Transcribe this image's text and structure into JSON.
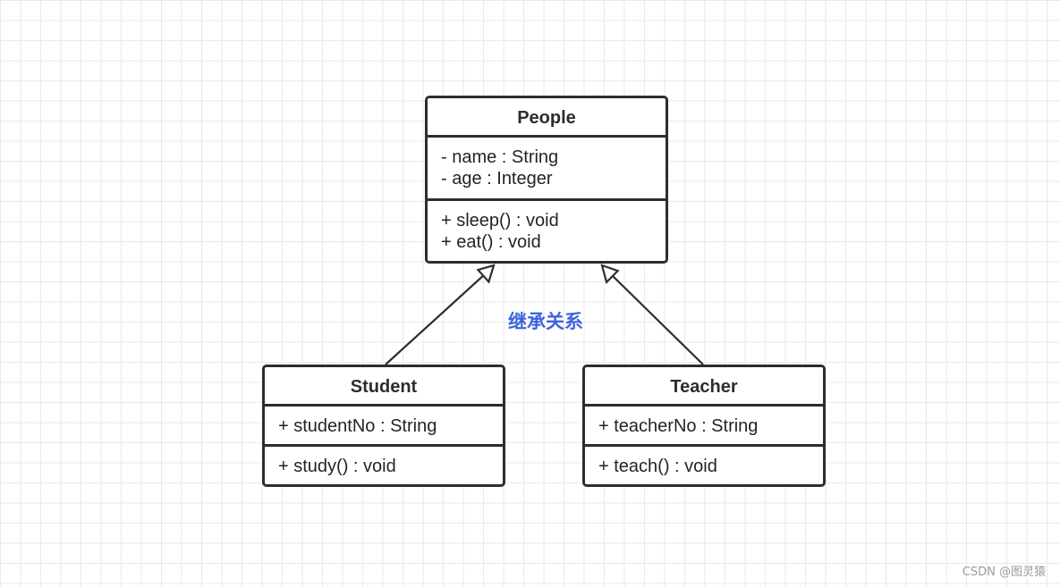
{
  "diagram": {
    "classes": [
      {
        "id": "people",
        "name": "People",
        "attributes": [
          "- name : String",
          "- age : Integer"
        ],
        "methods": [
          "+ sleep() : void",
          "+ eat() : void"
        ]
      },
      {
        "id": "student",
        "name": "Student",
        "attributes": [
          "+ studentNo : String"
        ],
        "methods": [
          "+ study() : void"
        ]
      },
      {
        "id": "teacher",
        "name": "Teacher",
        "attributes": [
          "+ teacherNo : String"
        ],
        "methods": [
          "+ teach() : void"
        ]
      }
    ],
    "relations": [
      {
        "from": "Student",
        "to": "People",
        "type": "inheritance"
      },
      {
        "from": "Teacher",
        "to": "People",
        "type": "inheritance"
      }
    ],
    "relation_label": "继承关系",
    "colors": {
      "stroke": "#2a2e33",
      "label": "#3e63dd",
      "grid": "#e9e9e9"
    }
  },
  "watermark": "CSDN @图灵猿"
}
